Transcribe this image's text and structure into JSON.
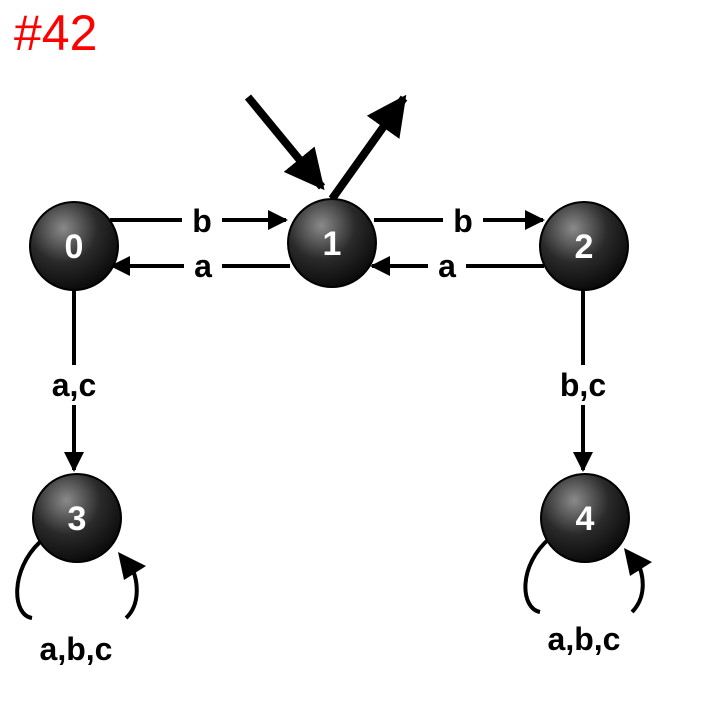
{
  "title": "#42",
  "colors": {
    "title": "#ff0000",
    "ink": "#000000",
    "state_fill_light": "#8a8a8a",
    "state_fill_dark": "#0c0c0c",
    "state_text": "#ffffff"
  },
  "automaton": {
    "states": [
      {
        "id": "0",
        "label": "0"
      },
      {
        "id": "1",
        "label": "1",
        "start": true,
        "final": true
      },
      {
        "id": "2",
        "label": "2"
      },
      {
        "id": "3",
        "label": "3"
      },
      {
        "id": "4",
        "label": "4"
      }
    ],
    "transitions": [
      {
        "from": "0",
        "to": "1",
        "label": "b"
      },
      {
        "from": "1",
        "to": "0",
        "label": "a"
      },
      {
        "from": "1",
        "to": "2",
        "label": "b"
      },
      {
        "from": "2",
        "to": "1",
        "label": "a"
      },
      {
        "from": "0",
        "to": "3",
        "label": "a,c"
      },
      {
        "from": "2",
        "to": "4",
        "label": "b,c"
      },
      {
        "from": "3",
        "to": "3",
        "label": "a,b,c"
      },
      {
        "from": "4",
        "to": "4",
        "label": "a,b,c"
      }
    ]
  }
}
